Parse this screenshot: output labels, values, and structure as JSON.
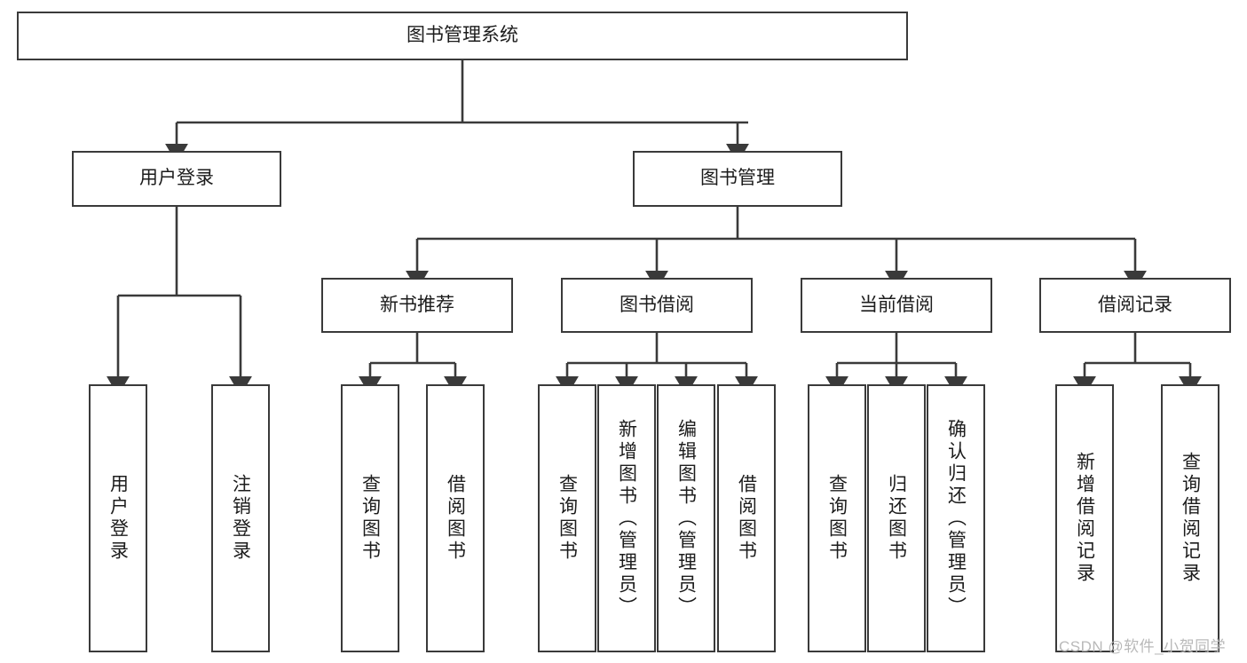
{
  "diagram": {
    "title": "图书管理系统",
    "type": "tree-hierarchy-diagram",
    "accent_color": "#3a3a3a",
    "background_color": "#ffffff",
    "root": {
      "label": "图书管理系统"
    },
    "level2": [
      {
        "label": "用户登录"
      },
      {
        "label": "图书管理"
      }
    ],
    "level3": [
      {
        "label": "新书推荐"
      },
      {
        "label": "图书借阅"
      },
      {
        "label": "当前借阅"
      },
      {
        "label": "借阅记录"
      }
    ],
    "leaves": {
      "user_login": [
        {
          "label": "用户登录"
        },
        {
          "label": "注销登录"
        }
      ],
      "new_book_recommend": [
        {
          "label": "查询图书"
        },
        {
          "label": "借阅图书"
        }
      ],
      "book_borrow": [
        {
          "label": "查询图书"
        },
        {
          "label": "新增图书（管理员）"
        },
        {
          "label": "编辑图书（管理员）"
        },
        {
          "label": "借阅图书"
        }
      ],
      "current_borrow": [
        {
          "label": "查询图书"
        },
        {
          "label": "归还图书"
        },
        {
          "label": "确认归还（管理员）"
        }
      ],
      "borrow_record": [
        {
          "label": "新增借阅记录"
        },
        {
          "label": "查询借阅记录"
        }
      ]
    }
  },
  "watermark": {
    "text": "CSDN @软件_小贺同学"
  }
}
